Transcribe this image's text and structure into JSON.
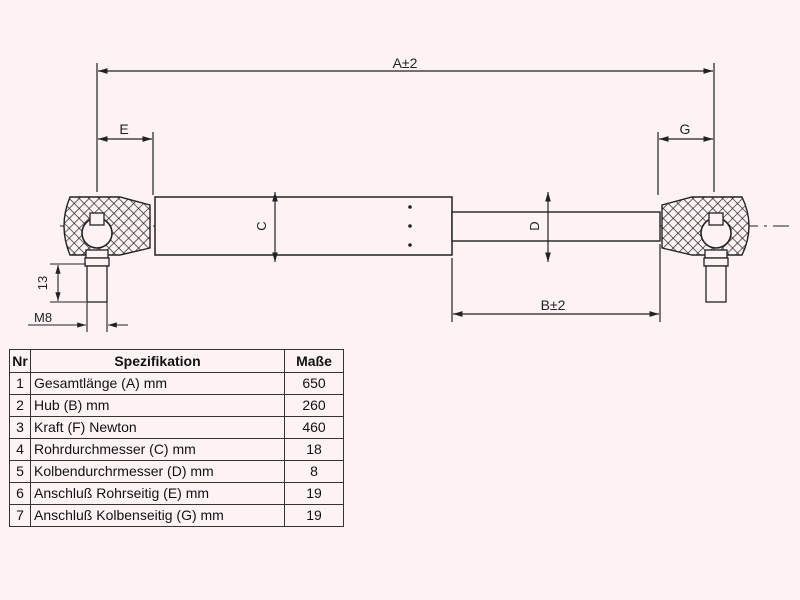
{
  "diagram": {
    "labels": {
      "a": "A±2",
      "b": "B±2",
      "c": "C",
      "d": "D",
      "e": "E",
      "g": "G",
      "thread_height": "13",
      "thread_size": "M8"
    }
  },
  "table": {
    "headers": {
      "nr": "Nr",
      "spec": "Spezifikation",
      "value": "Maße"
    },
    "rows": [
      {
        "nr": "1",
        "spec": "Gesamtlänge (A) mm",
        "value": "650"
      },
      {
        "nr": "2",
        "spec": "Hub (B)  mm",
        "value": "260"
      },
      {
        "nr": "3",
        "spec": "Kraft (F) Newton",
        "value": "460"
      },
      {
        "nr": "4",
        "spec": "Rohrdurchmesser (C) mm",
        "value": "18"
      },
      {
        "nr": "5",
        "spec": "Kolbendurchrmesser (D) mm",
        "value": "8"
      },
      {
        "nr": "6",
        "spec": "Anschluß Rohrseitig (E) mm",
        "value": "19"
      },
      {
        "nr": "7",
        "spec": "Anschluß Kolbenseitig (G) mm",
        "value": "19"
      }
    ]
  }
}
